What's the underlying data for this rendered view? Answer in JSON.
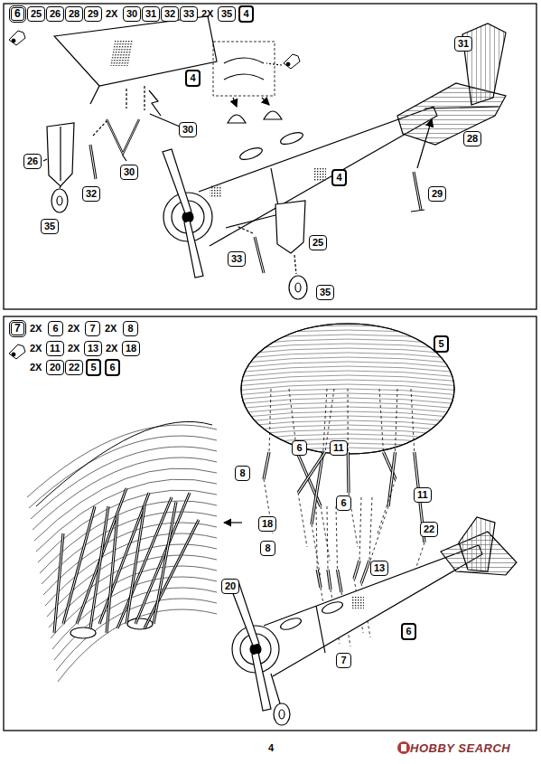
{
  "diagram": {
    "nodes": [
      {
        "text": [
          "6"
        ]
      },
      {
        "text": [
          "25"
        ]
      },
      {
        "text": [
          "26"
        ]
      },
      {
        "text": [
          "28"
        ]
      },
      {
        "text": [
          "29"
        ]
      },
      {
        "text": [
          "30"
        ]
      },
      {
        "text": [
          "31"
        ]
      },
      {
        "text": [
          "32"
        ]
      },
      {
        "text": [
          "33"
        ]
      },
      {
        "text": [
          "35"
        ]
      },
      {
        "text": [
          "4"
        ]
      },
      {
        "text": [
          "31"
        ]
      },
      {
        "text": [
          "4"
        ]
      },
      {
        "text": [
          "30"
        ]
      },
      {
        "text": [
          "30"
        ]
      },
      {
        "text": [
          "26"
        ]
      },
      {
        "text": [
          "32"
        ]
      },
      {
        "text": [
          "35"
        ]
      },
      {
        "text": [
          "4"
        ]
      },
      {
        "text": [
          "28"
        ]
      },
      {
        "text": [
          "29"
        ]
      },
      {
        "text": [
          "25"
        ]
      },
      {
        "text": [
          "33"
        ]
      },
      {
        "text": [
          "35"
        ]
      },
      {
        "text": [
          "7"
        ]
      },
      {
        "text": [
          "6"
        ]
      },
      {
        "text": [
          "7"
        ]
      },
      {
        "text": [
          "8"
        ]
      },
      {
        "text": [
          "11"
        ]
      },
      {
        "text": [
          "13"
        ]
      },
      {
        "text": [
          "18"
        ]
      },
      {
        "text": [
          "20"
        ]
      },
      {
        "text": [
          "22"
        ]
      },
      {
        "text": [
          "5"
        ]
      },
      {
        "text": [
          "6"
        ]
      },
      {
        "text": [
          "5"
        ]
      },
      {
        "text": [
          "6"
        ]
      },
      {
        "text": [
          "11"
        ]
      },
      {
        "text": [
          "8"
        ]
      },
      {
        "text": [
          "11"
        ]
      },
      {
        "text": [
          "6"
        ]
      },
      {
        "text": [
          "18"
        ]
      },
      {
        "text": [
          "22"
        ]
      },
      {
        "text": [
          "8"
        ]
      },
      {
        "text": [
          "13"
        ]
      },
      {
        "text": [
          "20"
        ]
      },
      {
        "text": [
          "6"
        ]
      },
      {
        "text": [
          "7"
        ]
      }
    ],
    "labels": [
      "2X",
      "2X",
      "2X",
      "2X",
      "2X",
      "2X",
      "2X",
      "2X",
      "2X",
      "4",
      "HOBBY SEARCH"
    ]
  }
}
